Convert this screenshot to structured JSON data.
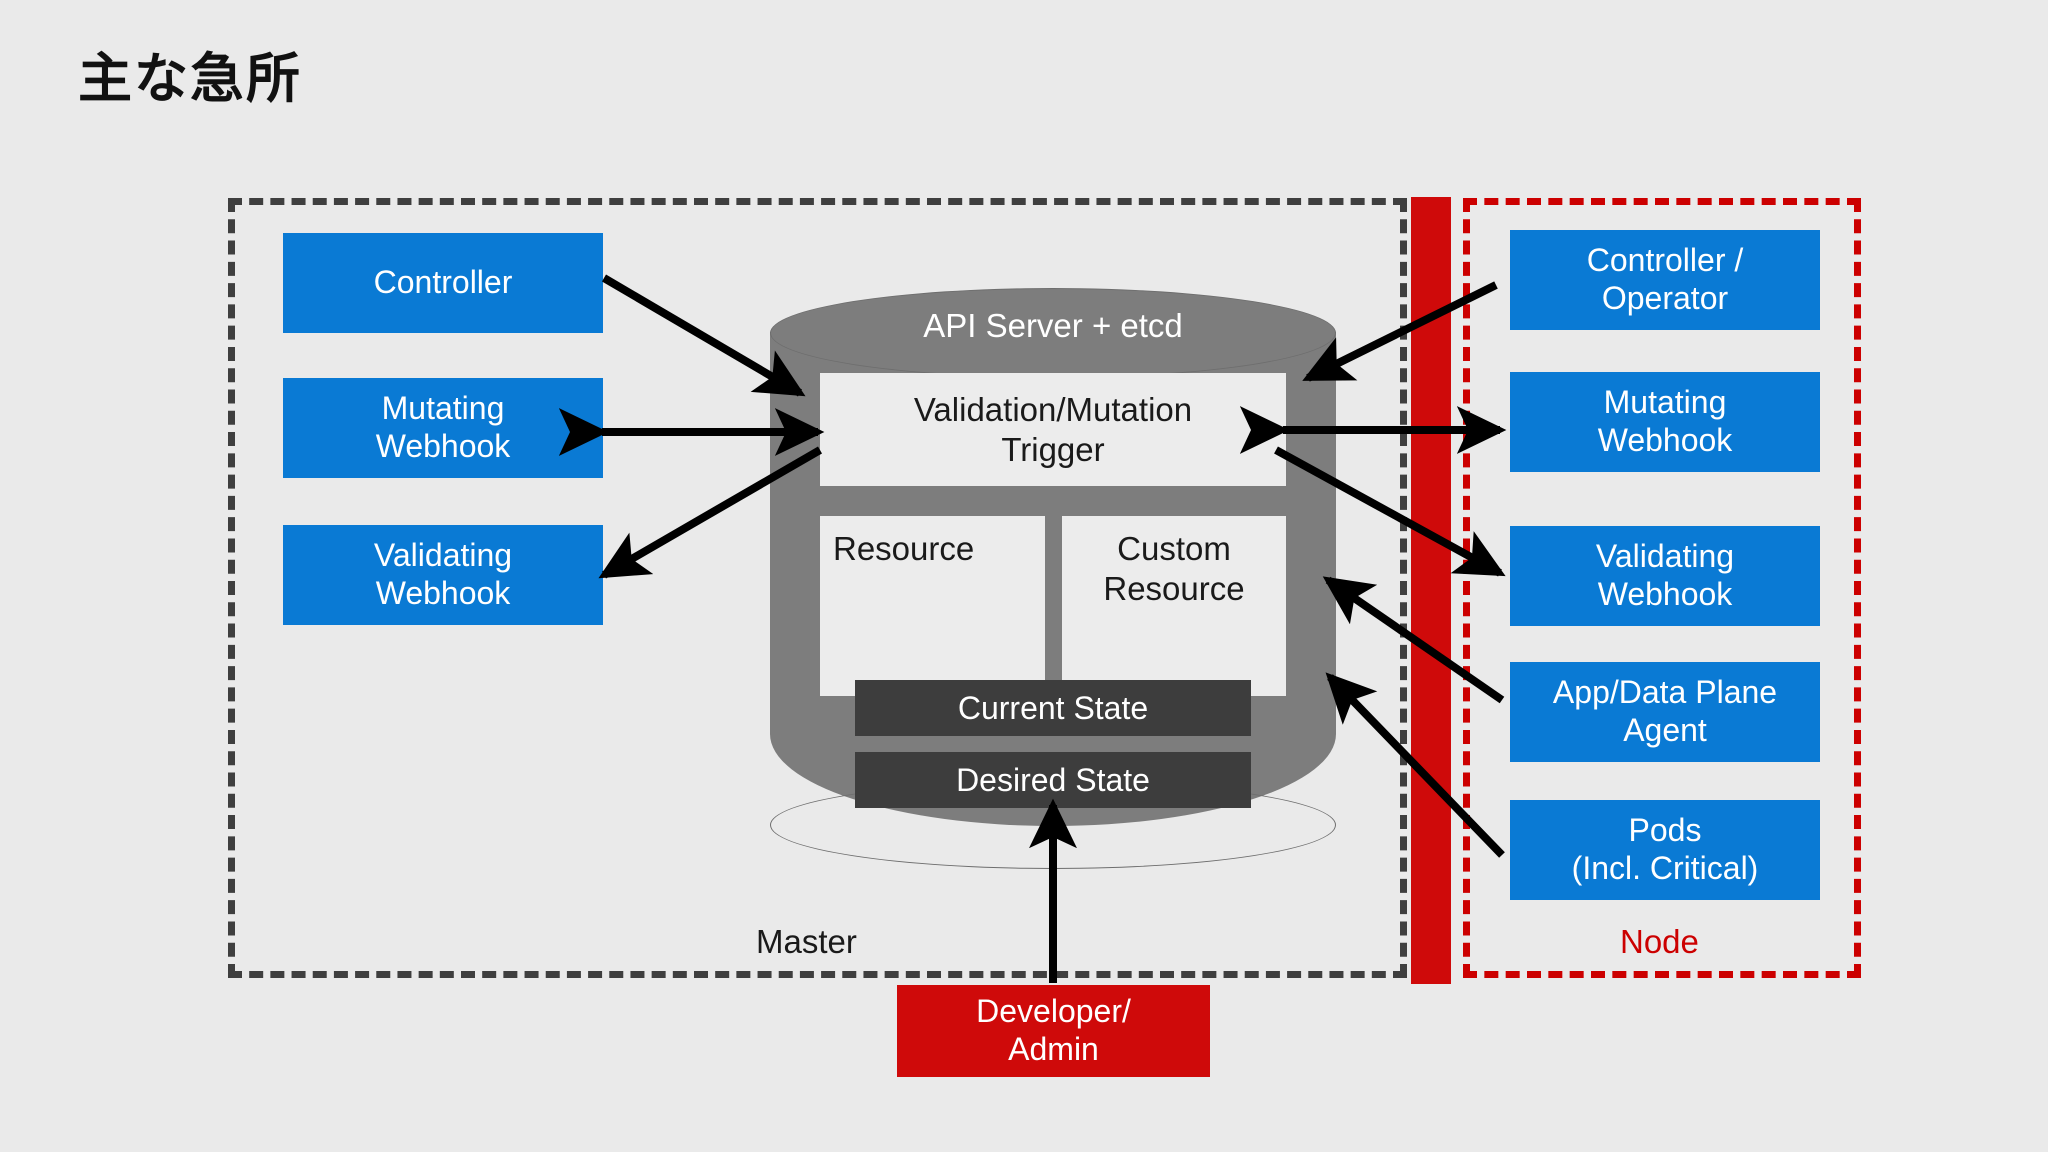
{
  "slide": {
    "title": "主な急所",
    "background_color": "#eaeaea"
  },
  "colors": {
    "blue_box": "#0a7ad4",
    "red_box": "#cf0a0a",
    "red_dashed": "#cc0000",
    "grey_dashed": "#3f3f3f",
    "cylinder": "#7d7d7d",
    "inner_panel": "#ececec",
    "state_bar": "#3d3d3d",
    "arrow": "#000000"
  },
  "zones": {
    "master": {
      "label": "Master",
      "border_style": "dashed",
      "border_color": "#3f3f3f"
    },
    "node": {
      "label": "Node",
      "border_style": "dashed",
      "border_color": "#cc0000"
    },
    "separator": {
      "name": "firewall-bar",
      "color": "#cf0a0a"
    }
  },
  "master_components": [
    {
      "id": "controller",
      "label": "Controller"
    },
    {
      "id": "mutating-webhook",
      "label": "Mutating\nWebhook"
    },
    {
      "id": "validating-webhook",
      "label": "Validating\nWebhook"
    }
  ],
  "node_components": [
    {
      "id": "controller-operator",
      "label": "Controller /\nOperator"
    },
    {
      "id": "node-mutating-webhook",
      "label": "Mutating\nWebhook"
    },
    {
      "id": "node-validating-webhook",
      "label": "Validating\nWebhook"
    },
    {
      "id": "app-data-plane-agent",
      "label": "App/Data Plane\nAgent"
    },
    {
      "id": "pods",
      "label": "Pods\n(Incl. Critical)"
    }
  ],
  "cylinder": {
    "title": "API Server + etcd",
    "trigger": "Validation/Mutation\nTrigger",
    "resource": "Resource",
    "custom_resource": "Custom\nResource",
    "current_state": "Current State",
    "desired_state": "Desired State"
  },
  "external_actor": {
    "id": "developer-admin",
    "label": "Developer/\nAdmin"
  }
}
